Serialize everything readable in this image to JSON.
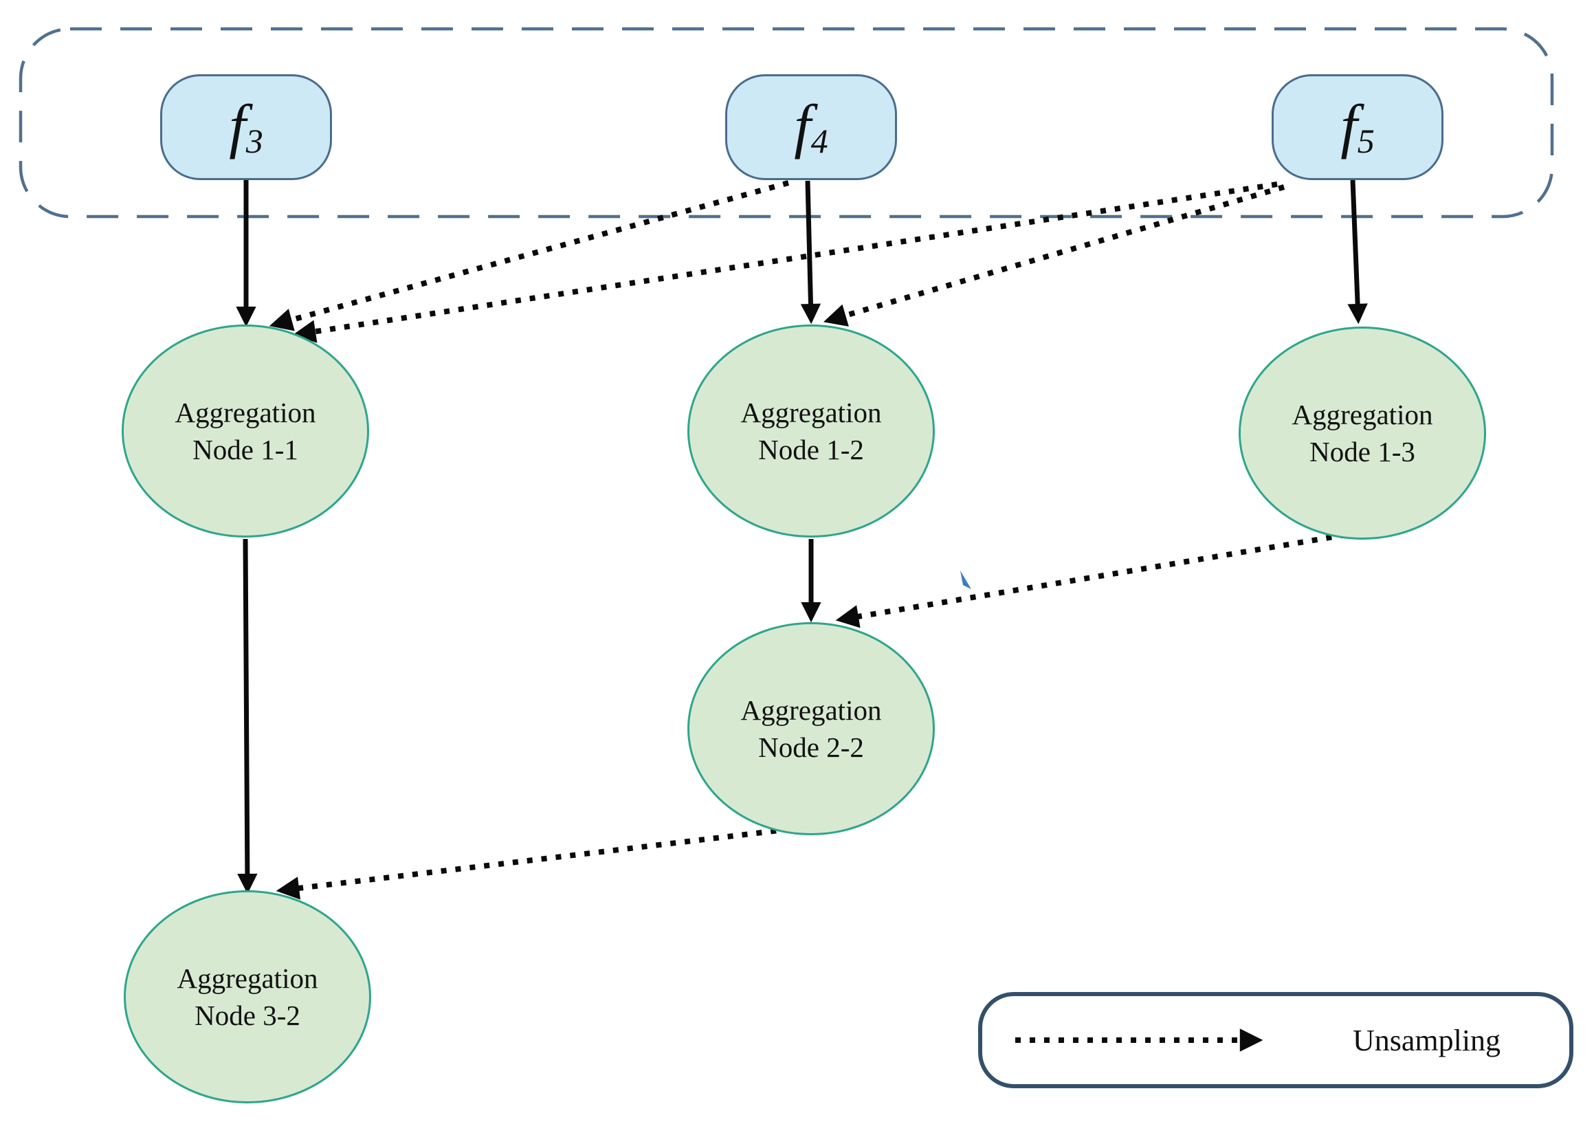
{
  "colors": {
    "background": "#ffffff",
    "feature_fill": "#cde9f5",
    "feature_border": "#4a6c8e",
    "node_fill": "#d8e9d2",
    "node_border": "#2ea68c",
    "group_outline": "#51708f",
    "legend_border": "#33506b",
    "edge": "#0a0a0a",
    "text": "#111111",
    "artifact_blue": "#3a7dc0"
  },
  "feature_boxes": [
    {
      "name": "f3",
      "base": "f",
      "sub": "3"
    },
    {
      "name": "f4",
      "base": "f",
      "sub": "4"
    },
    {
      "name": "f5",
      "base": "f",
      "sub": "5"
    }
  ],
  "nodes": [
    {
      "line1": "Aggregation",
      "line2": "Node 1-1"
    },
    {
      "line1": "Aggregation",
      "line2": "Node 1-2"
    },
    {
      "line1": "Aggregation",
      "line2": "Node 1-3"
    },
    {
      "line1": "Aggregation",
      "line2": "Node 2-2"
    },
    {
      "line1": "Aggregation",
      "line2": "Node 3-2"
    }
  ],
  "legend": {
    "label": "Unsampling"
  },
  "edges": [
    {
      "from": "f3",
      "to": "node-1-1",
      "type": "solid"
    },
    {
      "from": "f4",
      "to": "node-1-2",
      "type": "solid"
    },
    {
      "from": "f5",
      "to": "node-1-3",
      "type": "solid"
    },
    {
      "from": "node-1-1",
      "to": "node-3-2",
      "type": "solid"
    },
    {
      "from": "node-1-2",
      "to": "node-2-2",
      "type": "solid"
    },
    {
      "from": "f4",
      "to": "node-1-1",
      "type": "unsampling"
    },
    {
      "from": "f5",
      "to": "node-1-1",
      "type": "unsampling"
    },
    {
      "from": "f5",
      "to": "node-1-2",
      "type": "unsampling"
    },
    {
      "from": "node-1-3",
      "to": "node-2-2",
      "type": "unsampling"
    },
    {
      "from": "node-2-2",
      "to": "node-3-2",
      "type": "unsampling"
    }
  ]
}
